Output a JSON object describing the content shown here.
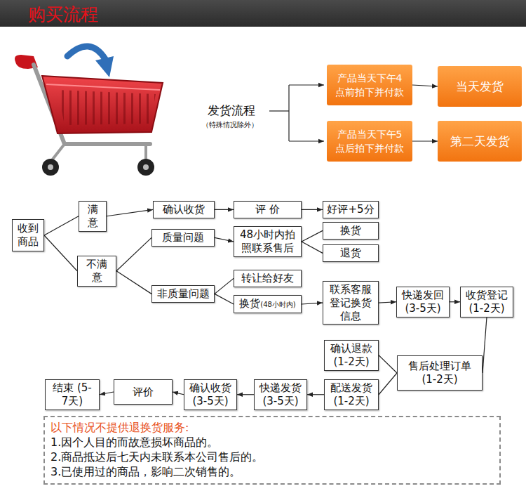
{
  "diagram": {
    "title": "购买流程",
    "nodes": [
      {
        "text": [
          "产品当天下午4点前拍下并付款"
        ]
      },
      {
        "text": [
          "当天发货"
        ]
      },
      {
        "text": [
          "产品当天下午5点后拍下并付款"
        ]
      },
      {
        "text": [
          "第二天发货"
        ]
      },
      {
        "text": [
          "收到商品"
        ]
      },
      {
        "text": [
          "满意"
        ]
      },
      {
        "text": [
          "确认收货"
        ]
      },
      {
        "text": [
          "评 价"
        ]
      },
      {
        "text": [
          "好评+5分"
        ]
      },
      {
        "text": [
          "不满意"
        ]
      },
      {
        "text": [
          "质量问题"
        ]
      },
      {
        "text": [
          "48小时内拍照联系售后"
        ]
      },
      {
        "text": [
          "换货"
        ]
      },
      {
        "text": [
          "退货"
        ]
      },
      {
        "text": [
          "非质量问题"
        ]
      },
      {
        "text": [
          "转让给好友"
        ]
      },
      {
        "text": [
          "换货",
          "(48小时内)"
        ]
      },
      {
        "text": [
          "联系客服登记换货信息"
        ]
      },
      {
        "text": [
          "快递发回 (3-5天)"
        ]
      },
      {
        "text": [
          "收货登记 (1-2天)"
        ]
      },
      {
        "text": [
          "确认退款 (1-2天)"
        ]
      },
      {
        "text": [
          "售后处理订单 (1-2天)"
        ]
      },
      {
        "text": [
          "配送发货 (1-2天)"
        ]
      },
      {
        "text": [
          "快递发货 (3-5天)"
        ]
      },
      {
        "text": [
          "确认收货 (3-5天)"
        ]
      },
      {
        "text": [
          "评价"
        ]
      },
      {
        "text": [
          "结束 (5-7天)"
        ]
      },
      {
        "text": [
          "以下情况不提供退换货服务:",
          "1.因个人目的而故意损坏商品的。",
          "2.商品抵达后七天内未联系本公司售后的。",
          "3.已使用过的商品，影响二次销售的。"
        ]
      }
    ],
    "edges": [
      {
        "from": 0,
        "to": 1,
        "arrow": "to"
      },
      {
        "from": 2,
        "to": 3,
        "arrow": "to"
      },
      {
        "from": 4,
        "to": 5,
        "arrow": "none"
      },
      {
        "from": 4,
        "to": 9,
        "arrow": "none"
      },
      {
        "from": 5,
        "to": 6,
        "arrow": "to"
      },
      {
        "from": 6,
        "to": 7,
        "arrow": "to"
      },
      {
        "from": 7,
        "to": 8,
        "arrow": "to"
      },
      {
        "from": 9,
        "to": 10,
        "arrow": "none"
      },
      {
        "from": 9,
        "to": 14,
        "arrow": "none"
      },
      {
        "from": 10,
        "to": 11,
        "arrow": "to"
      },
      {
        "from": 11,
        "to": 12,
        "arrow": "none"
      },
      {
        "from": 11,
        "to": 13,
        "arrow": "none"
      },
      {
        "from": 14,
        "to": 15,
        "arrow": "none"
      },
      {
        "from": 14,
        "to": 16,
        "arrow": "none"
      },
      {
        "from": 16,
        "to": 17,
        "arrow": "to"
      },
      {
        "from": 17,
        "to": 18,
        "arrow": "to"
      },
      {
        "from": 18,
        "to": 19,
        "arrow": "to"
      },
      {
        "from": 19,
        "to": 21,
        "arrow": "none"
      },
      {
        "from": 21,
        "to": 20,
        "arrow": "none"
      },
      {
        "from": 21,
        "to": 22,
        "arrow": "none"
      },
      {
        "from": 22,
        "to": 23,
        "arrow": "to"
      },
      {
        "from": 23,
        "to": 24,
        "arrow": "to"
      },
      {
        "from": 24,
        "to": 25,
        "arrow": "to"
      },
      {
        "from": 25,
        "to": 26,
        "arrow": "to"
      }
    ],
    "labels": [
      "发货流程",
      "（特殊情况除外）"
    ]
  }
}
